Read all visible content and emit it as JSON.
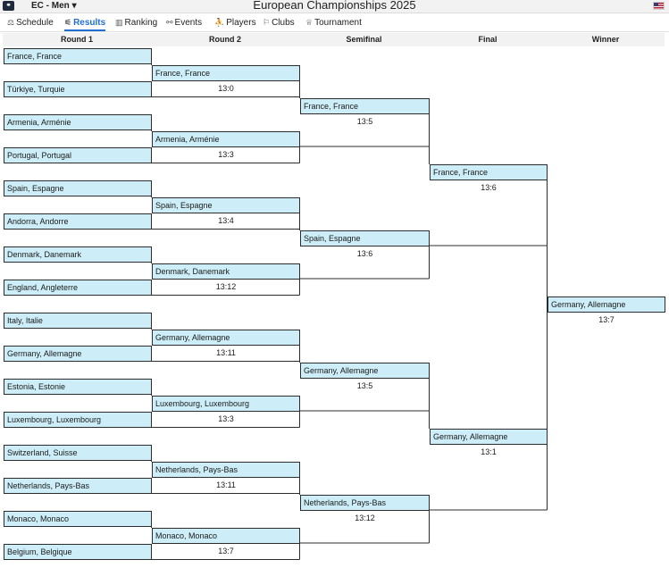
{
  "app": {
    "event_selector": "EC - Men",
    "title": "European Championships 2025"
  },
  "nav": [
    {
      "key": "schedule",
      "label": "Schedule",
      "icon": "schedule-icon",
      "glyph": "⚖"
    },
    {
      "key": "results",
      "label": "Results",
      "icon": "results-icon",
      "glyph": "⚟",
      "active": true
    },
    {
      "key": "ranking",
      "label": "Ranking",
      "icon": "ranking-icon",
      "glyph": "▥"
    },
    {
      "key": "events",
      "label": "Events",
      "icon": "events-icon",
      "glyph": "⚯"
    },
    {
      "key": "players",
      "label": "Players",
      "icon": "players-icon",
      "glyph": "⛹"
    },
    {
      "key": "clubs",
      "label": "Clubs",
      "icon": "clubs-icon",
      "glyph": "⚐"
    },
    {
      "key": "tournament",
      "label": "Tournament",
      "icon": "trophy-icon",
      "glyph": "♕"
    }
  ],
  "bracket": {
    "headers": [
      "Round 1",
      "Round 2",
      "Semifinal",
      "Final",
      "Winner"
    ],
    "round1": [
      "France, France",
      "Türkiye, Turquie",
      "Armenia, Arménie",
      "Portugal, Portugal",
      "Spain, Espagne",
      "Andorra, Andorre",
      "Denmark, Danemark",
      "England, Angleterre",
      "Italy, Italie",
      "Germany, Allemagne",
      "Estonia, Estonie",
      "Luxembourg, Luxembourg",
      "Switzerland, Suisse",
      "Netherlands, Pays-Bas",
      "Monaco, Monaco",
      "Belgium, Belgique"
    ],
    "round2": [
      {
        "team": "France, France",
        "score": "13:0"
      },
      {
        "team": "Armenia, Arménie",
        "score": "13:3"
      },
      {
        "team": "Spain, Espagne",
        "score": "13:4"
      },
      {
        "team": "Denmark, Danemark",
        "score": "13:12"
      },
      {
        "team": "Germany, Allemagne",
        "score": "13:11"
      },
      {
        "team": "Luxembourg, Luxembourg",
        "score": "13:3"
      },
      {
        "team": "Netherlands, Pays-Bas",
        "score": "13:11"
      },
      {
        "team": "Monaco, Monaco",
        "score": "13:7"
      }
    ],
    "semifinal": [
      {
        "team": "France, France",
        "score": "13:5"
      },
      {
        "team": "Spain, Espagne",
        "score": "13:6"
      },
      {
        "team": "Germany, Allemagne",
        "score": "13:5"
      },
      {
        "team": "Netherlands, Pays-Bas",
        "score": "13:12"
      }
    ],
    "final": [
      {
        "team": "France, France",
        "score": "13:6"
      },
      {
        "team": "Germany, Allemagne",
        "score": "13:1"
      }
    ],
    "winner": {
      "team": "Germany, Allemagne",
      "score": "13:7"
    }
  }
}
